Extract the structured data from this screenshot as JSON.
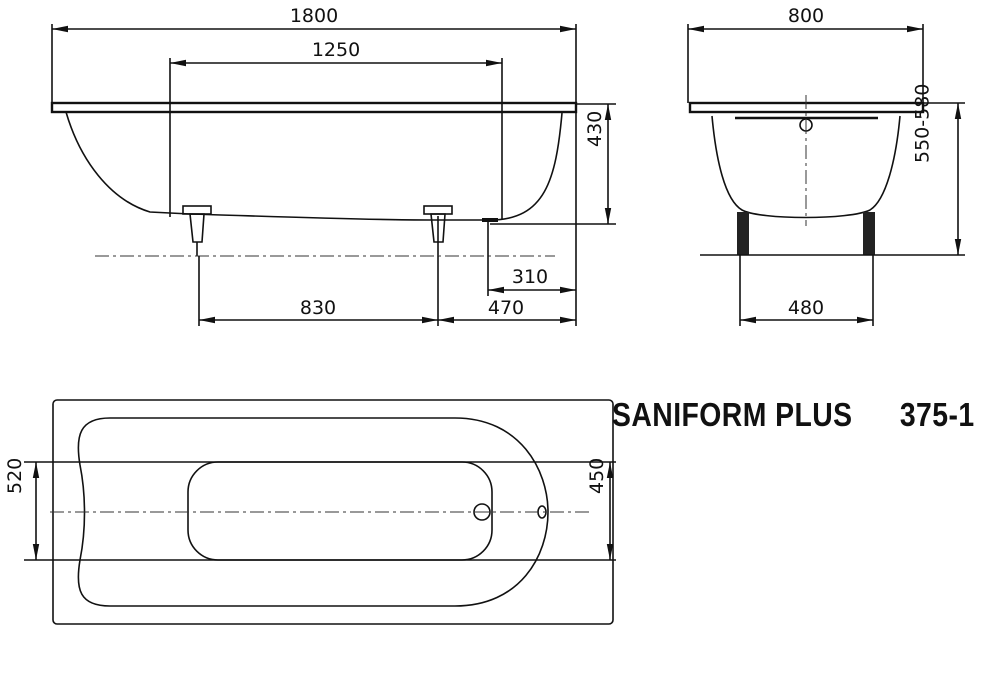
{
  "product": {
    "name": "SANIFORM PLUS",
    "model": "375-1"
  },
  "side_view": {
    "length": "1800",
    "inner_length": "1250",
    "height": "430",
    "foot_spacing": "830",
    "foot_to_end": "470",
    "drain_to_end": "310"
  },
  "end_view": {
    "width": "800",
    "total_height": "550-580",
    "foot_width": "480"
  },
  "plan_view": {
    "inner_width": "520",
    "bottom_width": "450"
  }
}
